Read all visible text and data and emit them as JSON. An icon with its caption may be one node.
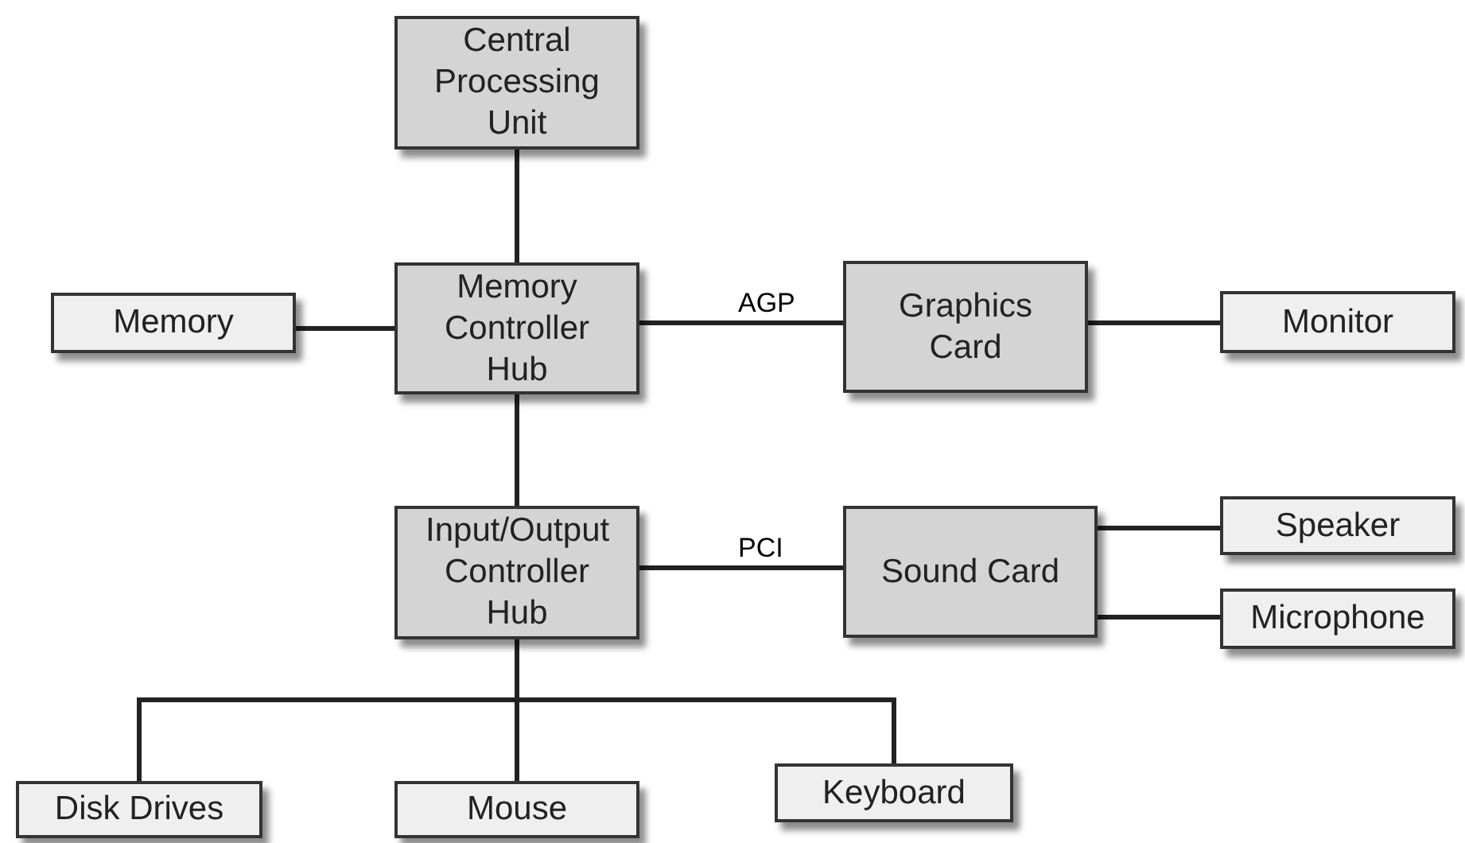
{
  "diagram": {
    "nodes": [
      {
        "text": [
          "Central Processing Unit"
        ]
      },
      {
        "text": [
          "Memory"
        ]
      },
      {
        "text": [
          "Memory Controller Hub"
        ]
      },
      {
        "text": [
          "Graphics Card"
        ]
      },
      {
        "text": [
          "Monitor"
        ]
      },
      {
        "text": [
          "Input/Output Controller Hub"
        ]
      },
      {
        "text": [
          "Sound Card"
        ]
      },
      {
        "text": [
          "Speaker"
        ]
      },
      {
        "text": [
          "Microphone"
        ]
      },
      {
        "text": [
          "Disk Drives"
        ]
      },
      {
        "text": [
          "Mouse"
        ]
      },
      {
        "text": [
          "Keyboard"
        ]
      }
    ],
    "edges": [
      {
        "from": 0,
        "to": 2,
        "arrow": "none"
      },
      {
        "from": 1,
        "to": 2,
        "arrow": "none"
      },
      {
        "from": 2,
        "to": 3,
        "arrow": "none",
        "label": "AGP"
      },
      {
        "from": 3,
        "to": 4,
        "arrow": "none"
      },
      {
        "from": 2,
        "to": 5,
        "arrow": "none"
      },
      {
        "from": 5,
        "to": 6,
        "arrow": "none",
        "label": "PCI"
      },
      {
        "from": 6,
        "to": 7,
        "arrow": "none"
      },
      {
        "from": 6,
        "to": 8,
        "arrow": "none"
      },
      {
        "from": 5,
        "to": 9,
        "arrow": "none"
      },
      {
        "from": 5,
        "to": 10,
        "arrow": "none"
      },
      {
        "from": 5,
        "to": 11,
        "arrow": "none"
      }
    ]
  }
}
